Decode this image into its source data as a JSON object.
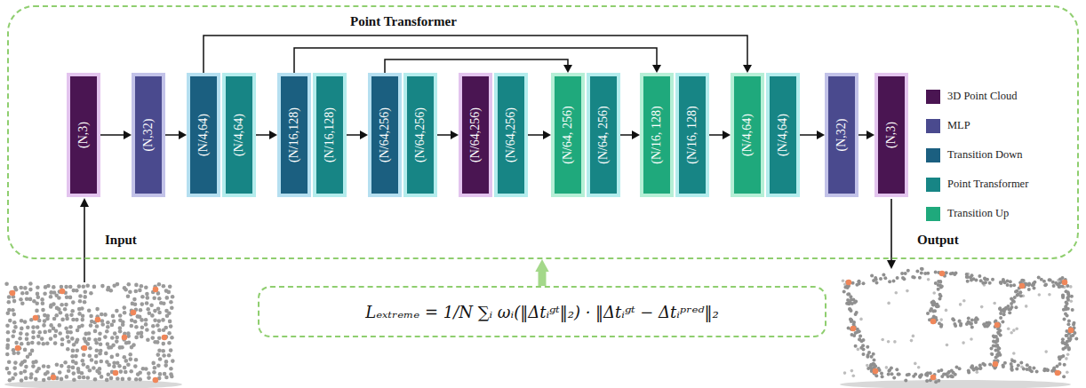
{
  "diagram": {
    "nodes": [
      {
        "text": [
          "Point Transformer"
        ]
      },
      {
        "text": [
          "(N,3)"
        ],
        "in": 0
      },
      {
        "text": [
          "(N,32)"
        ],
        "in": 0
      },
      {
        "text": [
          "(N/4,64)"
        ],
        "in": 0
      },
      {
        "text": [
          "(N/4,64)"
        ],
        "in": 0
      },
      {
        "text": [
          "(N/16,128)"
        ],
        "in": 0
      },
      {
        "text": [
          "(N/16,128)"
        ],
        "in": 0
      },
      {
        "text": [
          "(N/64,256)"
        ],
        "in": 0
      },
      {
        "text": [
          "(N/64,256)"
        ],
        "in": 0
      },
      {
        "text": [
          "(N/64,256)"
        ],
        "in": 0
      },
      {
        "text": [
          "(N/64,256)"
        ],
        "in": 0
      },
      {
        "text": [
          "(N/64, 256)"
        ],
        "in": 0
      },
      {
        "text": [
          "(N/64, 256)"
        ],
        "in": 0
      },
      {
        "text": [
          "(N/16, 128)"
        ],
        "in": 0
      },
      {
        "text": [
          "(N/16, 128)"
        ],
        "in": 0
      },
      {
        "text": [
          "(N/4,64)"
        ],
        "in": 0
      },
      {
        "text": [
          "(N/4,64)"
        ],
        "in": 0
      },
      {
        "text": [
          "(N,32)"
        ],
        "in": 0
      },
      {
        "text": [
          "(N,3)"
        ],
        "in": 0
      },
      {
        "text": [
          "Lₑₓₜᵣₑₘₑ = 1/N ∑ᵢ ωᵢ(‖Δtᵢᵍᵗ‖₂) · ‖Δtᵢᵍᵗ − Δtᵢᵖʳᵉᵈ‖₂"
        ]
      }
    ],
    "edges": [
      {
        "from": 1,
        "to": 2,
        "arrow": "to"
      },
      {
        "from": 2,
        "to": 3,
        "arrow": "to"
      },
      {
        "from": 4,
        "to": 5,
        "arrow": "to"
      },
      {
        "from": 6,
        "to": 7,
        "arrow": "to"
      },
      {
        "from": 8,
        "to": 9,
        "arrow": "to"
      },
      {
        "from": 10,
        "to": 11,
        "arrow": "to"
      },
      {
        "from": 12,
        "to": 13,
        "arrow": "to"
      },
      {
        "from": 14,
        "to": 15,
        "arrow": "to"
      },
      {
        "from": 16,
        "to": 17,
        "arrow": "to"
      },
      {
        "from": 17,
        "to": 18,
        "arrow": "to"
      },
      {
        "from": 3,
        "to": 15,
        "arrow": "to"
      },
      {
        "from": 5,
        "to": 13,
        "arrow": "to"
      },
      {
        "from": 7,
        "to": 11,
        "arrow": "to"
      },
      {
        "from": 19,
        "to": 0,
        "arrow": "to"
      }
    ],
    "labels": [
      "Input",
      "Output"
    ],
    "legend": [
      {
        "text": "3D Point Cloud",
        "color": "#4a1552"
      },
      {
        "text": "MLP",
        "color": "#4a4a8e"
      },
      {
        "text": "Transition Down",
        "color": "#1b5f80"
      },
      {
        "text": "Point Transformer",
        "color": "#178585"
      },
      {
        "text": "Transition Up",
        "color": "#1fa97c"
      }
    ]
  }
}
